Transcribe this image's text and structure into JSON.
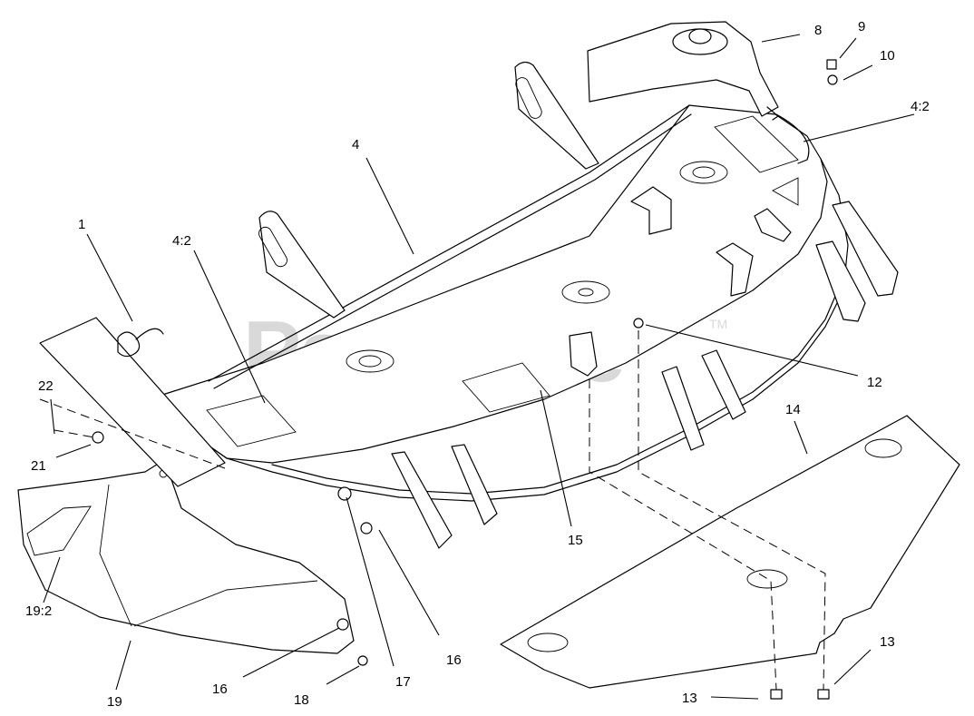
{
  "watermark": {
    "text": "PartsTree",
    "trademark": "TM"
  },
  "callouts": {
    "c1": "1",
    "c4": "4",
    "c4_2_left": "4:2",
    "c4_2_right": "4:2",
    "c8": "8",
    "c9": "9",
    "c10": "10",
    "c12": "12",
    "c13_left": "13",
    "c13_right": "13",
    "c14": "14",
    "c15": "15",
    "c16_center": "16",
    "c16_bottom": "16",
    "c17": "17",
    "c18": "18",
    "c19": "19",
    "c19_2": "19:2",
    "c21": "21",
    "c22": "22"
  }
}
